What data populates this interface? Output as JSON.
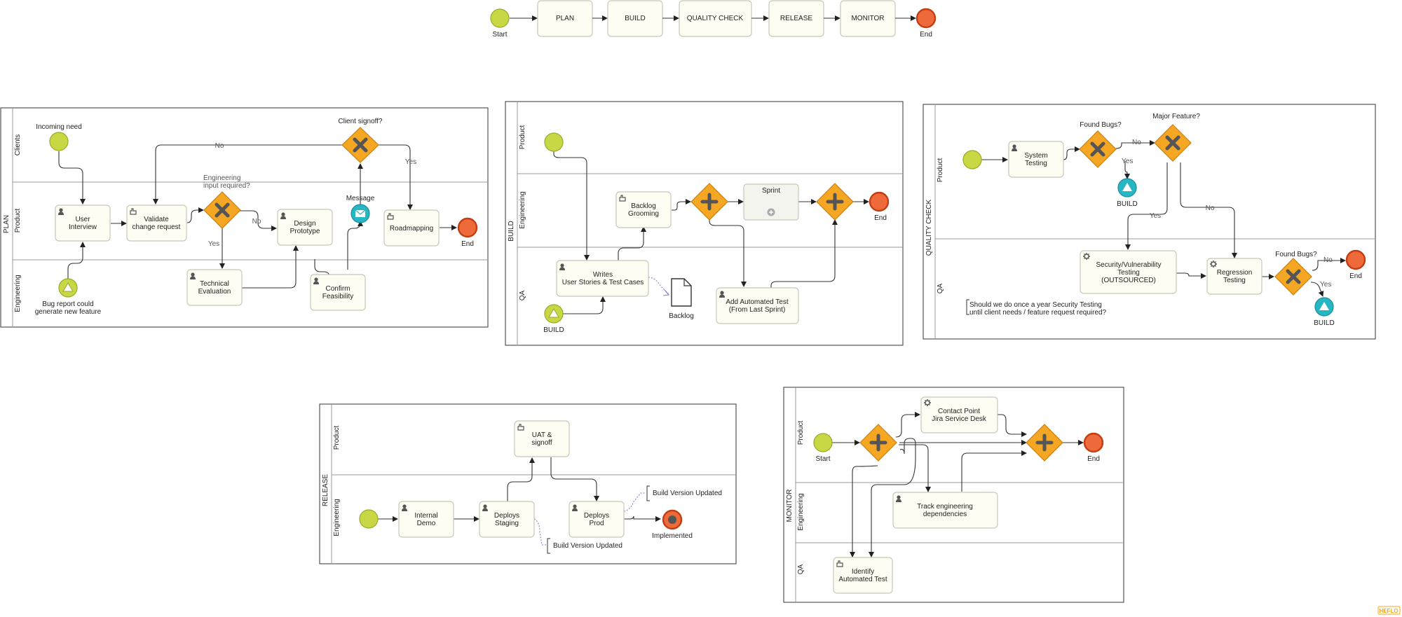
{
  "overview": {
    "start": "Start",
    "end": "End",
    "steps": [
      "PLAN",
      "BUILD",
      "QUALITY CHECK",
      "RELEASE",
      "MONITOR"
    ]
  },
  "plan": {
    "pool": "PLAN",
    "lanes": [
      "Clients",
      "Product",
      "Engineering"
    ],
    "incoming_need": "Incoming need",
    "client_signoff": "Client signoff?",
    "no": "No",
    "yes": "Yes",
    "eng_input_1": "Engineering",
    "eng_input_2": "input required?",
    "user_interview_1": "User",
    "user_interview_2": "Interview",
    "validate_1": "Validate",
    "validate_2": "change request",
    "design_1": "Design",
    "design_2": "Prototype",
    "message": "Message",
    "roadmapping": "Roadmapping",
    "end": "End",
    "technical_1": "Technical",
    "technical_2": "Evaluation",
    "confirm_1": "Confirm",
    "confirm_2": "Feasibility",
    "bug_1": "Bug report could",
    "bug_2": "generate new feature"
  },
  "build": {
    "pool": "BUILD",
    "lanes": [
      "Product",
      "Engineering",
      "QA"
    ],
    "backlog_grooming_1": "Backlog",
    "backlog_grooming_2": "Grooming",
    "sprint": "Sprint",
    "end": "End",
    "writes_1": "Writes",
    "writes_2": "User Stories & Test Cases",
    "backlog": "Backlog",
    "automated_1": "Add Automated Test",
    "automated_2": "(From Last Sprint)",
    "build_event": "BUILD"
  },
  "qc": {
    "pool": "QUALITY CHECK",
    "lanes": [
      "Product",
      "QA"
    ],
    "system_1": "System",
    "system_2": "Testing",
    "found_bugs": "Found Bugs?",
    "major_feature": "Major Feature?",
    "no": "No",
    "yes": "Yes",
    "build_event": "BUILD",
    "security_1": "Security/Vulnerability",
    "security_2": "Testing",
    "security_3": "(OUTSOURCED)",
    "regression_1": "Regression",
    "regression_2": "Testing",
    "found_bugs_2": "Found Bugs?",
    "end": "End",
    "note_1": "Should we do once a year Security Testing",
    "note_2": "until client needs / feature request required?"
  },
  "release": {
    "pool": "RELEASE",
    "lanes": [
      "Product",
      "Engineering"
    ],
    "uat_1": "UAT &",
    "uat_2": "signoff",
    "internal_1": "Internal",
    "internal_2": "Demo",
    "staging_1": "Deploys",
    "staging_2": "Staging",
    "prod_1": "Deploys",
    "prod_2": "Prod",
    "implemented": "Implemented",
    "note_top": "Build Version Updated",
    "note_bottom": "Build Version Updated"
  },
  "monitor": {
    "pool": "MONITOR",
    "lanes": [
      "Product",
      "Engineering",
      "QA"
    ],
    "start": "Start",
    "end": "End",
    "contact_1": "Contact Point",
    "contact_2": "Jira Service Desk",
    "track_1": "Track engineering",
    "track_2": "dependencies",
    "identify_1": "Identify",
    "identify_2": "Automated Test"
  },
  "watermark": "HEFLO"
}
